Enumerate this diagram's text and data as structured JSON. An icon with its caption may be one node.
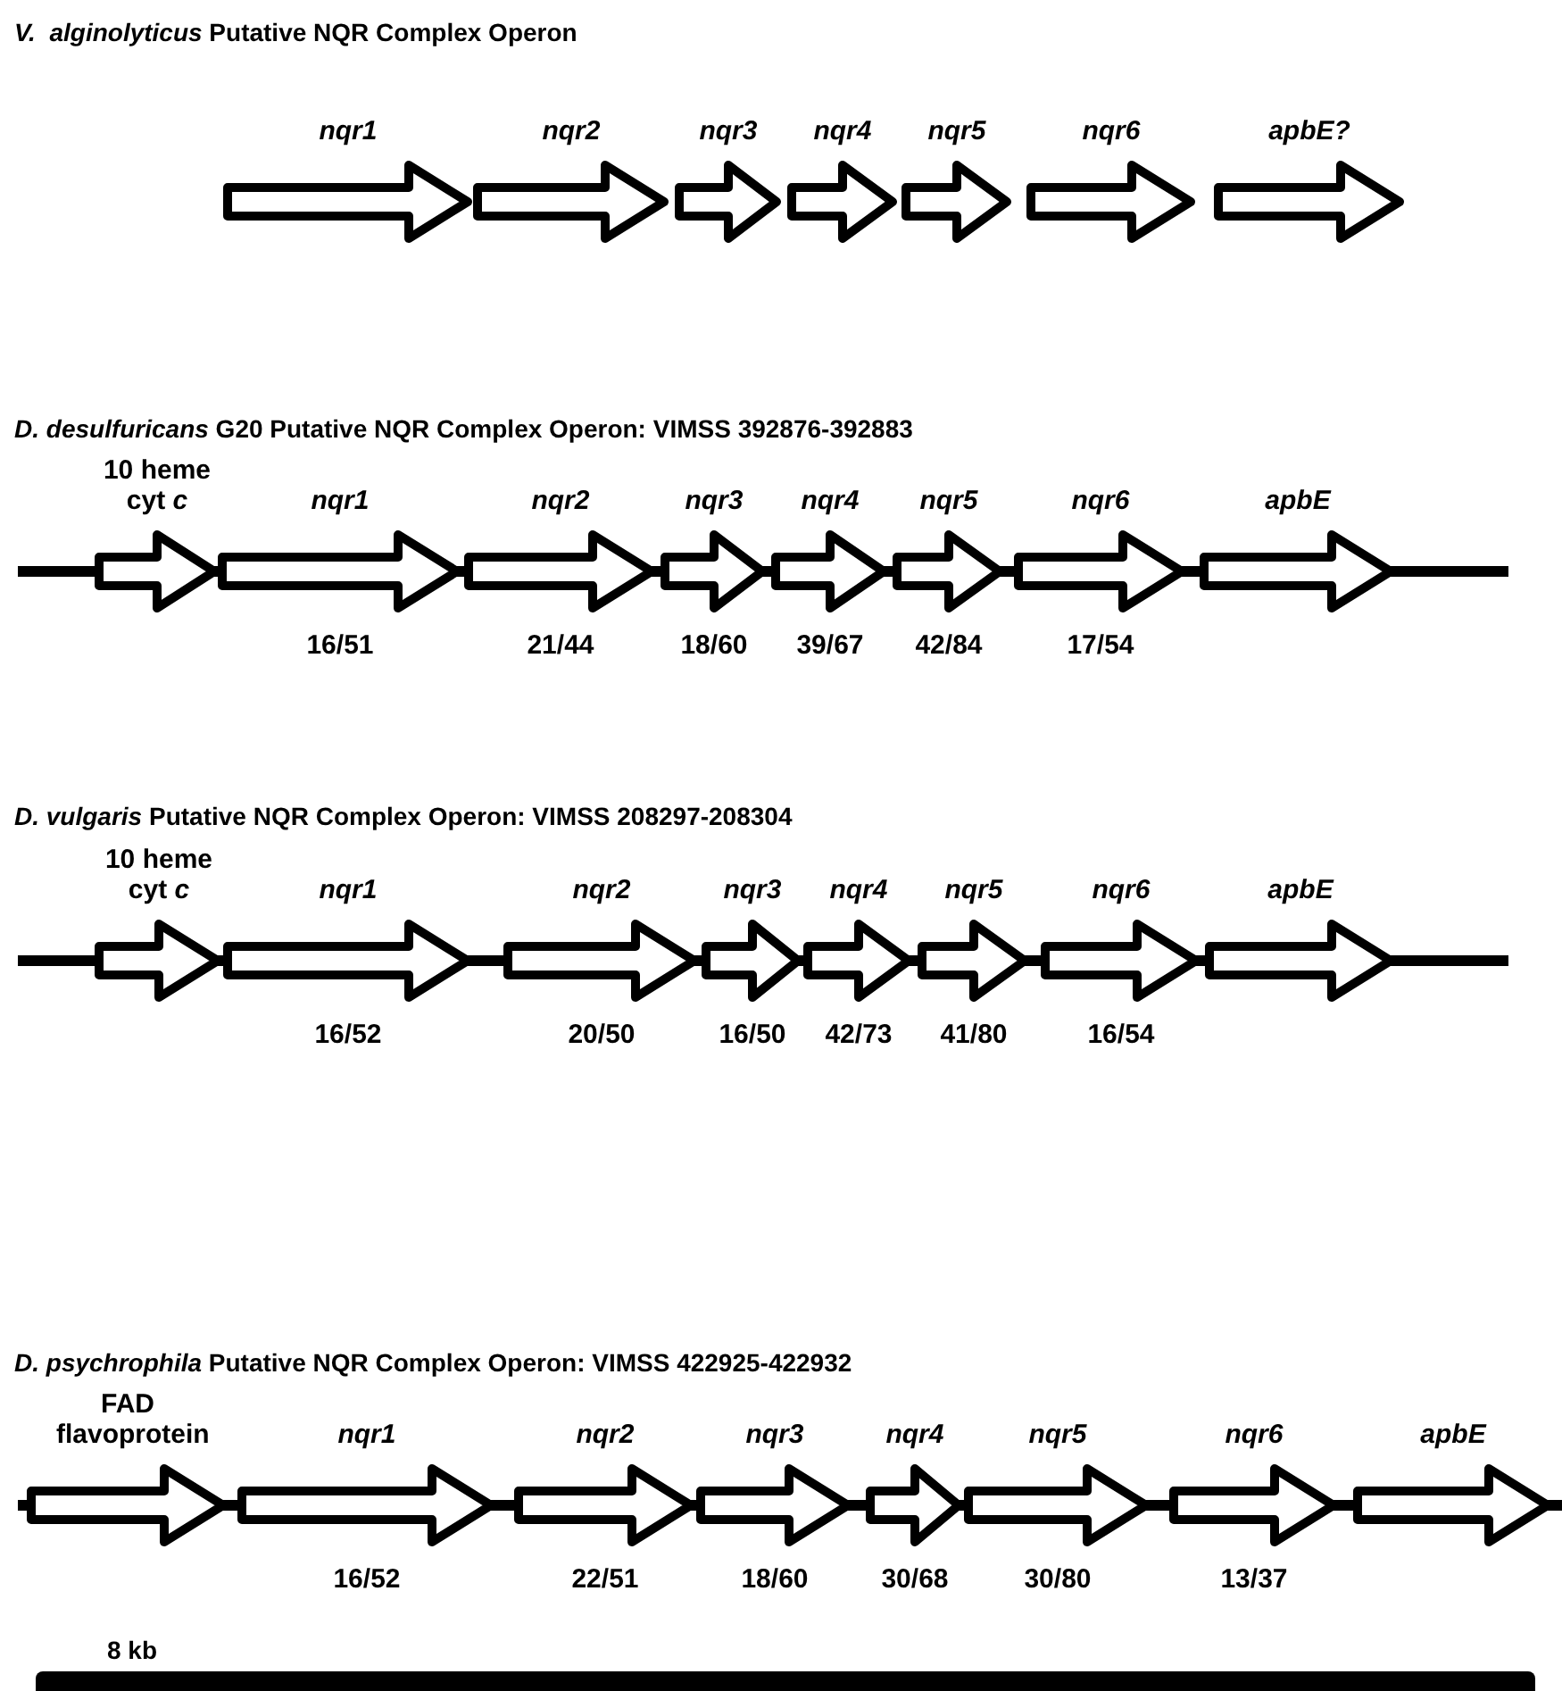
{
  "diagram": {
    "nodes": [
      {
        "text": [
          "nqr1"
        ]
      },
      {
        "text": [
          "nqr2"
        ]
      },
      {
        "text": [
          "nqr3"
        ]
      },
      {
        "text": [
          "nqr4"
        ]
      },
      {
        "text": [
          "nqr5"
        ]
      },
      {
        "text": [
          "nqr6"
        ]
      },
      {
        "text": [
          "apbE?"
        ]
      },
      {
        "text": [
          "10 heme cyt *c*"
        ]
      },
      {
        "text": [
          "nqr1"
        ],
        "beside": [
          "16/51"
        ]
      },
      {
        "text": [
          "nqr2"
        ],
        "beside": [
          "21/44"
        ]
      },
      {
        "text": [
          "nqr3"
        ],
        "beside": [
          "18/60"
        ]
      },
      {
        "text": [
          "nqr4"
        ],
        "beside": [
          "39/67"
        ]
      },
      {
        "text": [
          "nqr5"
        ],
        "beside": [
          "42/84"
        ]
      },
      {
        "text": [
          "nqr6"
        ],
        "beside": [
          "17/54"
        ]
      },
      {
        "text": [
          "apbE"
        ]
      },
      {
        "text": [
          "10 heme cyt *c*"
        ]
      },
      {
        "text": [
          "nqr1"
        ],
        "beside": [
          "16/52"
        ]
      },
      {
        "text": [
          "nqr2"
        ],
        "beside": [
          "20/50"
        ]
      },
      {
        "text": [
          "nqr3"
        ],
        "beside": [
          "16/50"
        ]
      },
      {
        "text": [
          "nqr4"
        ],
        "beside": [
          "42/73"
        ]
      },
      {
        "text": [
          "nqr5"
        ],
        "beside": [
          "41/80"
        ]
      },
      {
        "text": [
          "nqr6"
        ],
        "beside": [
          "16/54"
        ]
      },
      {
        "text": [
          "apbE"
        ]
      },
      {
        "text": [
          "FAD flavoprotein"
        ]
      },
      {
        "text": [
          "nqr1"
        ],
        "beside": [
          "16/52"
        ]
      },
      {
        "text": [
          "nqr2"
        ],
        "beside": [
          "22/51"
        ]
      },
      {
        "text": [
          "nqr3"
        ],
        "beside": [
          "18/60"
        ]
      },
      {
        "text": [
          "nqr4"
        ],
        "beside": [
          "30/68"
        ]
      },
      {
        "text": [
          "nqr5"
        ],
        "beside": [
          "30/80"
        ]
      },
      {
        "text": [
          "nqr6"
        ],
        "beside": [
          "13/37"
        ]
      },
      {
        "text": [
          "apbE"
        ]
      }
    ],
    "labels": [
      "*V.  alginolyticus* Putative NQR Complex Operon",
      "*D. desulfuricans* G20 Putative NQR Complex Operon: VIMSS 392876-392883",
      "*D. vulgaris* Putative NQR Complex Operon: VIMSS 208297-208304",
      "*D. psychrophila* Putative NQR Complex Operon: VIMSS 422925-422932",
      "8 kb"
    ]
  }
}
